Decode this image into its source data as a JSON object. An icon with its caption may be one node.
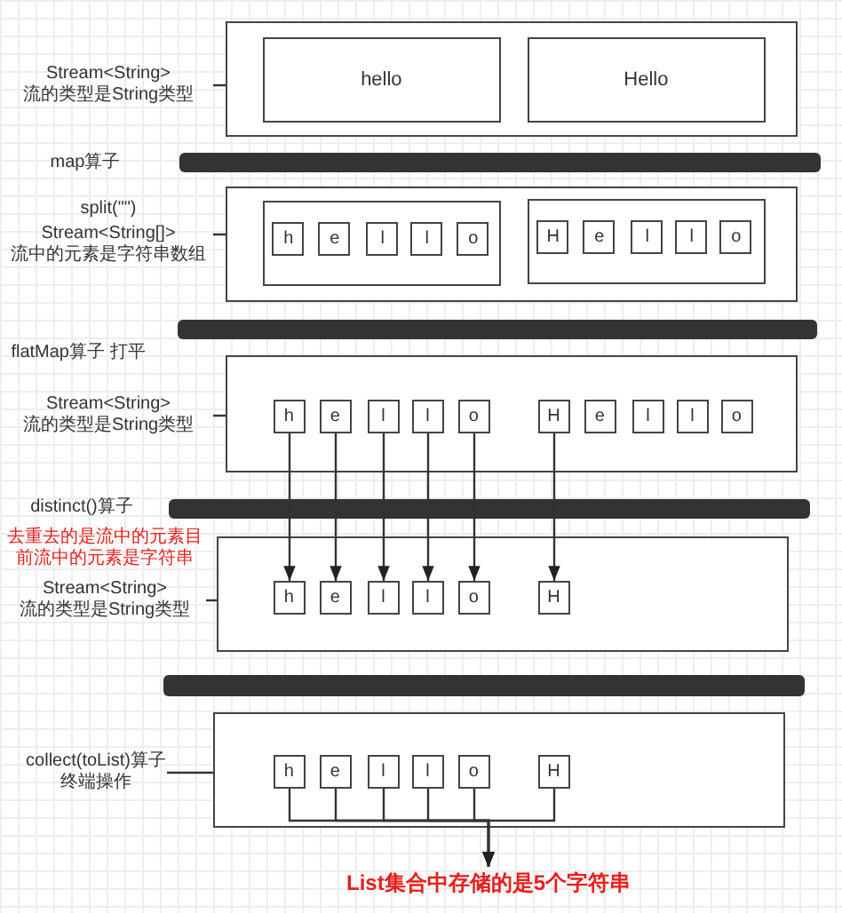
{
  "diagram": {
    "nodes": [
      {
        "text": [
          "Stream<String> 流的类型是String类型"
        ]
      },
      {
        "text": [],
        "shape": "box"
      },
      {
        "text": [
          "hello"
        ],
        "in": 1
      },
      {
        "text": [
          "Hello"
        ],
        "in": 1
      },
      {
        "text": [],
        "shape": "bar"
      },
      {
        "text": [
          "split(\"\")",
          "Stream<String[]> 流中的元素是字符串数组"
        ]
      },
      {
        "text": [],
        "shape": "box"
      },
      {
        "text": [],
        "shape": "box",
        "in": 6
      },
      {
        "text": [
          "h"
        ],
        "in": 7
      },
      {
        "text": [
          "e"
        ],
        "in": 7
      },
      {
        "text": [
          "l"
        ],
        "in": 7
      },
      {
        "text": [
          "l"
        ],
        "in": 7
      },
      {
        "text": [
          "o"
        ],
        "in": 7
      },
      {
        "text": [],
        "shape": "box",
        "in": 6
      },
      {
        "text": [
          "H"
        ],
        "in": 13
      },
      {
        "text": [
          "e"
        ],
        "in": 13
      },
      {
        "text": [
          "l"
        ],
        "in": 13
      },
      {
        "text": [
          "l"
        ],
        "in": 13
      },
      {
        "text": [
          "o"
        ],
        "in": 13
      },
      {
        "text": [],
        "shape": "bar",
        "beside": [
          "flatMap算子 打平"
        ]
      },
      {
        "text": [
          "Stream<String> 流的类型是String类型"
        ]
      },
      {
        "text": [],
        "shape": "box"
      },
      {
        "text": [
          "h"
        ],
        "in": 21
      },
      {
        "text": [
          "e"
        ],
        "in": 21
      },
      {
        "text": [
          "l"
        ],
        "in": 21
      },
      {
        "text": [
          "l"
        ],
        "in": 21
      },
      {
        "text": [
          "o"
        ],
        "in": 21
      },
      {
        "text": [
          "H"
        ],
        "in": 21
      },
      {
        "text": [
          "e"
        ],
        "in": 21
      },
      {
        "text": [
          "l"
        ],
        "in": 21
      },
      {
        "text": [
          "l"
        ],
        "in": 21
      },
      {
        "text": [
          "o"
        ],
        "in": 21
      },
      {
        "text": [],
        "shape": "bar",
        "beside": [
          "distinct()算子"
        ]
      },
      {
        "text": [
          "Stream<String> 流的类型是String类型"
        ]
      },
      {
        "text": [],
        "shape": "box"
      },
      {
        "text": [
          "h"
        ],
        "in": 34
      },
      {
        "text": [
          "e"
        ],
        "in": 34
      },
      {
        "text": [
          "l"
        ],
        "in": 34
      },
      {
        "text": [
          "l"
        ],
        "in": 34
      },
      {
        "text": [
          "o"
        ],
        "in": 34
      },
      {
        "text": [
          "H"
        ],
        "in": 34
      },
      {
        "text": [],
        "shape": "bar"
      },
      {
        "text": [
          "collect(toList)算子终端操作"
        ]
      },
      {
        "text": [],
        "shape": "box"
      },
      {
        "text": [
          "h"
        ],
        "in": 43
      },
      {
        "text": [
          "e"
        ],
        "in": 43
      },
      {
        "text": [
          "l"
        ],
        "in": 43
      },
      {
        "text": [
          "l"
        ],
        "in": 43
      },
      {
        "text": [
          "o"
        ],
        "in": 43
      },
      {
        "text": [
          "H"
        ],
        "in": 43
      },
      {
        "text": [
          "List集合中存储的是5个字符串"
        ]
      }
    ],
    "edges": [
      {
        "from": 0,
        "to": 1,
        "arrow": "none"
      },
      {
        "from": 5,
        "to": 6,
        "arrow": "none"
      },
      {
        "from": 20,
        "to": 21,
        "arrow": "none"
      },
      {
        "from": 33,
        "to": 34,
        "arrow": "none"
      },
      {
        "from": 42,
        "to": 43,
        "arrow": "none"
      },
      {
        "from": 22,
        "to": 35,
        "arrow": "to"
      },
      {
        "from": 23,
        "to": 36,
        "arrow": "to"
      },
      {
        "from": 24,
        "to": 37,
        "arrow": "to"
      },
      {
        "from": 25,
        "to": 38,
        "arrow": "to"
      },
      {
        "from": 26,
        "to": 39,
        "arrow": "to"
      },
      {
        "from": 27,
        "to": 40,
        "arrow": "to"
      },
      {
        "from": 44,
        "to": 50,
        "arrow": "to"
      },
      {
        "from": 45,
        "to": 50,
        "arrow": "to"
      },
      {
        "from": 46,
        "to": 50,
        "arrow": "to"
      },
      {
        "from": 47,
        "to": 50,
        "arrow": "to"
      },
      {
        "from": 48,
        "to": 50,
        "arrow": "to"
      },
      {
        "from": 49,
        "to": 50,
        "arrow": "to"
      }
    ],
    "labels": [
      "map算子",
      "去重去的是流中的元素目前流中的元素是字符串"
    ]
  }
}
